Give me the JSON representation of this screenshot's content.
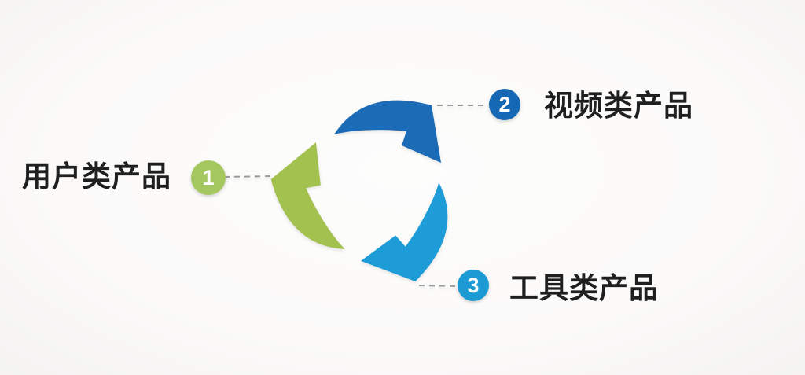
{
  "cycle": {
    "background": "#fbfaf9",
    "connector_color": "#9b9b9b",
    "label_color": "#1f1f1f",
    "number_color": "#ffffff",
    "items": [
      {
        "number": "1",
        "label": "用户类产品",
        "circle_color": "#a5c75f",
        "arrow_color": "#a3c14f"
      },
      {
        "number": "2",
        "label": "视频类产品",
        "circle_color": "#1568b4",
        "arrow_color": "#1c6bb7"
      },
      {
        "number": "3",
        "label": "工具类产品",
        "circle_color": "#1b9ad4",
        "arrow_color": "#1d9cd8"
      }
    ]
  }
}
